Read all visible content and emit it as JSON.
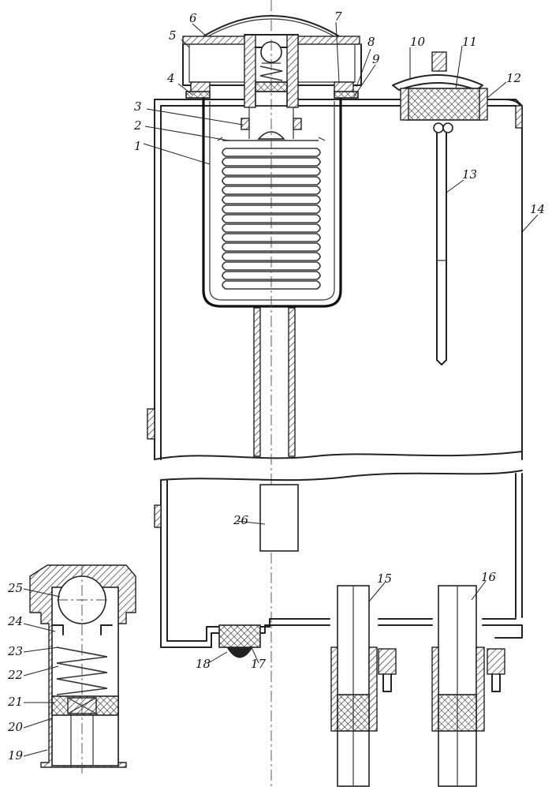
{
  "drawing": {
    "labels": {
      "p1": "1",
      "p2": "2",
      "p3": "3",
      "p4": "4",
      "p5": "5",
      "p6": "6",
      "p7": "7",
      "p8": "8",
      "p9": "9",
      "p10": "10",
      "p11": "11",
      "p12": "12",
      "p13": "13",
      "p14": "14",
      "p15": "15",
      "p16": "16",
      "p17": "17",
      "p18": "18",
      "p19": "19",
      "p20": "20",
      "p21": "21",
      "p22": "22",
      "p23": "23",
      "p24": "24",
      "p25": "25",
      "p26": "26"
    }
  }
}
